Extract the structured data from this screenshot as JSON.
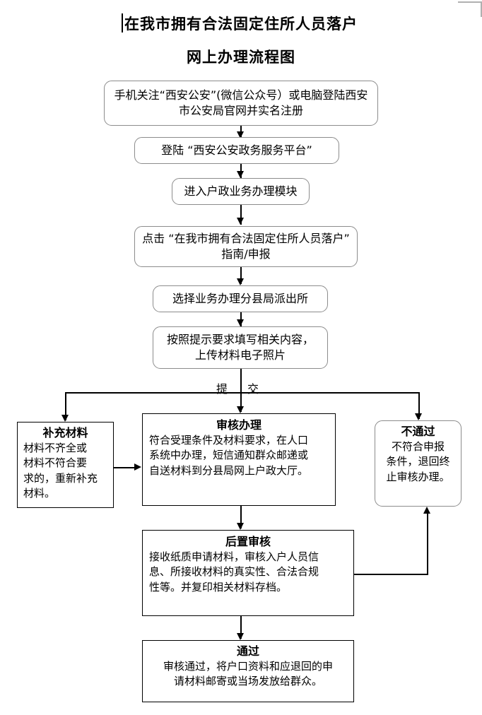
{
  "document": {
    "title_line_1": "在我市拥有合法固定住所人员落户",
    "title_line_2": "网上办理流程图"
  },
  "flow": {
    "nodes": [
      {
        "id": "register",
        "shape": "rounded",
        "text": "手机关注“西安公安”(微信公众号）或电脑登陆西安\n市公安局官网并实名注册"
      },
      {
        "id": "login-platform",
        "shape": "rounded",
        "text": "登陆 “西安公安政务服务平台”"
      },
      {
        "id": "household-module",
        "shape": "rounded",
        "text": "进入户政业务办理模块"
      },
      {
        "id": "click-guide",
        "shape": "rounded",
        "text": "点击 “在我市拥有合法固定住所人员落户”\n指南/申报"
      },
      {
        "id": "select-station",
        "shape": "rounded",
        "text": "选择业务办理分县局派出所"
      },
      {
        "id": "fill-upload",
        "shape": "rounded",
        "text": "按照提示要求填写相关内容，\n上传材料电子照片"
      },
      {
        "id": "supplement",
        "shape": "sharp",
        "heading": "补充材料",
        "body": "材料不齐全或\n材料不符合要\n求的，重新补充\n材料。"
      },
      {
        "id": "review-handle",
        "shape": "sharp",
        "heading": "审核办理",
        "body": "符合受理条件及材料要求，在人口\n系统中办理，短信通知群众邮递或\n自送材料到分县局网上户政大厅。"
      },
      {
        "id": "rejected",
        "shape": "rounded",
        "heading": "不通过",
        "body": "不符合申报\n条件，退回终\n止审核办理。"
      },
      {
        "id": "post-review",
        "shape": "sharp",
        "heading": "后置审核",
        "body": "接收纸质申请材料，审核入户人员信\n息、所接收材料的真实性、合法合规\n性等。并复印相关材料存档。"
      },
      {
        "id": "approved",
        "shape": "sharp",
        "heading": "通过",
        "body": "审核通过，将户口资料和应退回的申\n请材料邮寄或当场发放给群众。"
      }
    ],
    "edge_labels": {
      "submit_left": "提",
      "submit_right": "交"
    }
  },
  "colors": {
    "rounded_border": "#8c8c8c",
    "sharp_border": "#000000",
    "connector": "#000000",
    "text": "#000000",
    "background": "#ffffff",
    "crop_mark": "#b0b0b0"
  }
}
